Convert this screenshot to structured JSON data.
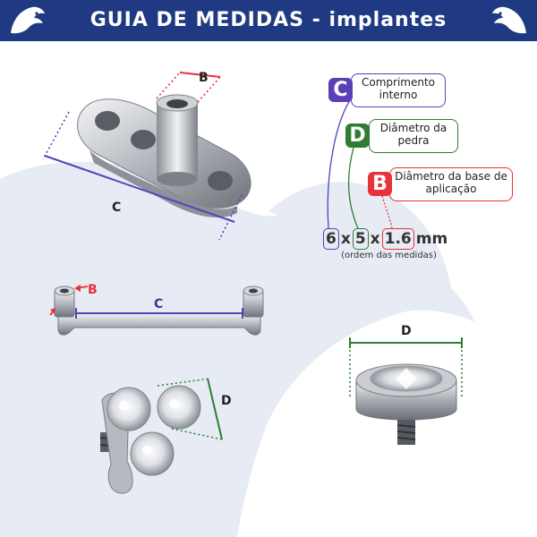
{
  "header": {
    "title": "GUIA DE MEDIDAS - implantes",
    "background": "#1f3a83",
    "logo_icon": "eagle-head-icon"
  },
  "colors": {
    "c": "#5b3fb8",
    "d": "#2f7d32",
    "b": "#e8323b",
    "background_shape": "#e6ebf4"
  },
  "labels": {
    "dermal_b": "B",
    "dermal_c": "C",
    "bar_b": "B",
    "bar_c": "C",
    "gem_d": "D",
    "trinity_d": "D"
  },
  "legend": [
    {
      "letter": "C",
      "text": "Comprimento interno"
    },
    {
      "letter": "D",
      "text": "Diâmetro da pedra"
    },
    {
      "letter": "B",
      "text": "Diâmetro da base de aplicação"
    }
  ],
  "formula": {
    "c_value": "6",
    "d_value": "5",
    "b_value": "1.6",
    "times": "x",
    "unit": "mm",
    "note": "(ordem das medidas)"
  }
}
